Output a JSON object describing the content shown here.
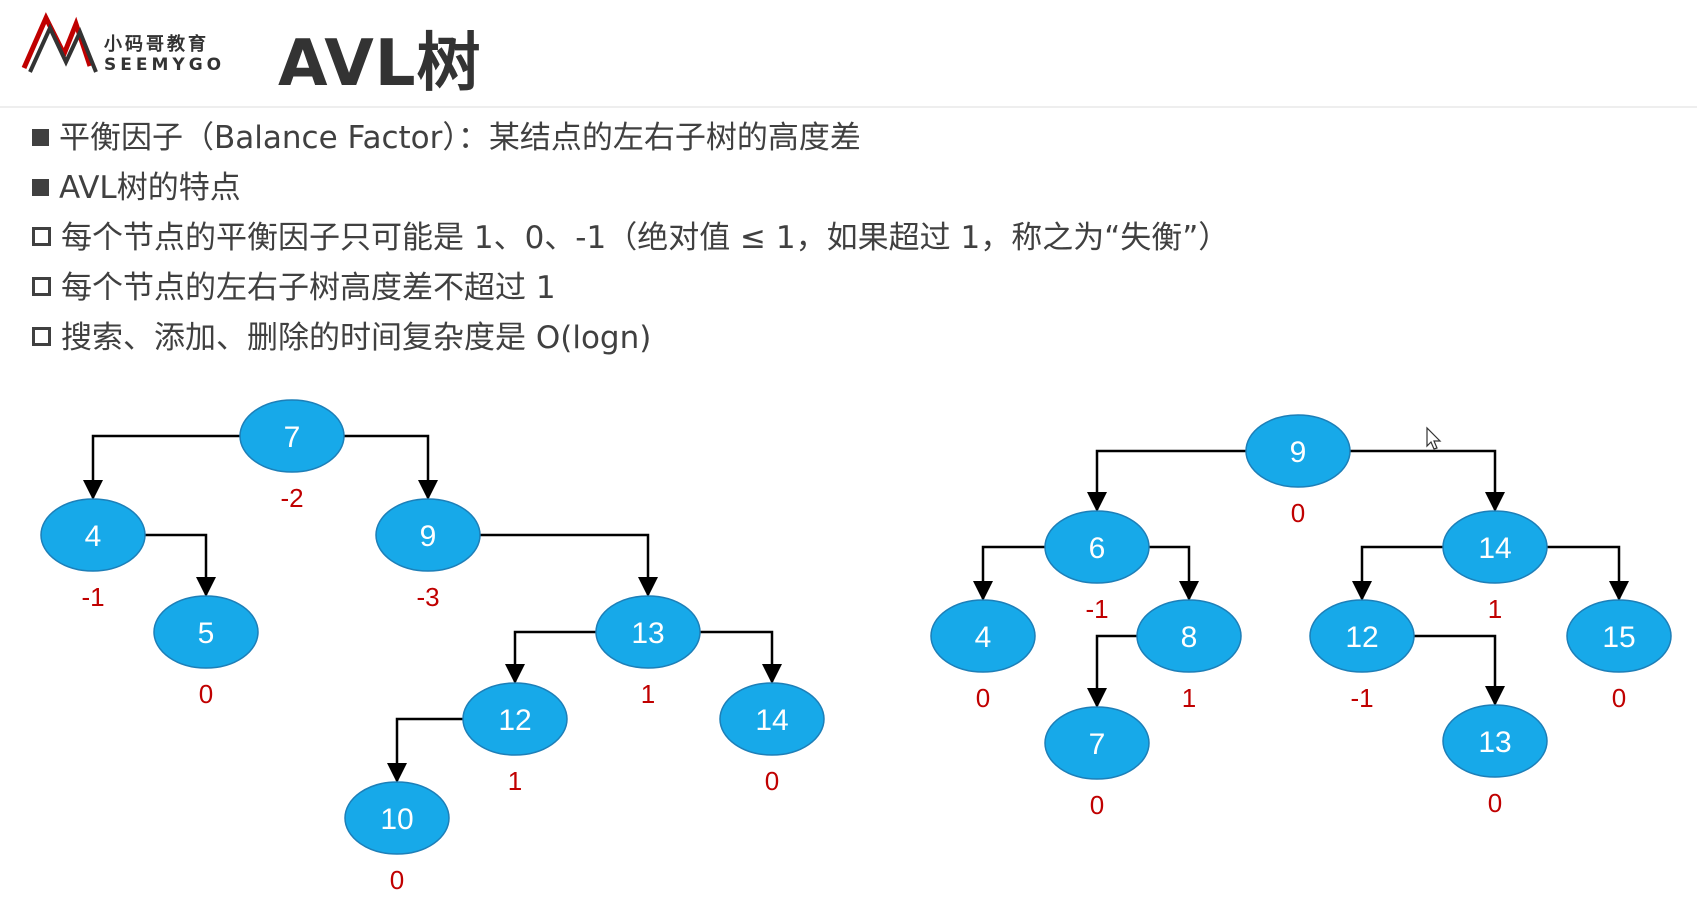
{
  "header": {
    "logo_cn": "小码哥教育",
    "logo_en": "SEEMYGO",
    "title": "AVL树"
  },
  "bullets": [
    {
      "marker": "filled",
      "text": "平衡因子（Balance Factor）：某结点的左右子树的高度差"
    },
    {
      "marker": "filled",
      "text": "AVL树的特点"
    },
    {
      "marker": "hollow",
      "text": "每个节点的平衡因子只可能是 1、0、-1（绝对值 ≤ 1，如果超过 1，称之为“失衡”）"
    },
    {
      "marker": "hollow",
      "text": "每个节点的左右子树高度差不超过 1"
    },
    {
      "marker": "hollow",
      "text": "搜索、添加、删除的时间复杂度是 O(logn)"
    }
  ],
  "colors": {
    "node_fill": "#17a9e9",
    "node_stroke": "#1d7fb8",
    "edge": "#000000",
    "balance_factor": "#c00000"
  },
  "trees": [
    {
      "nodes": [
        {
          "id": "t1-7",
          "value": "7",
          "bf": "-2"
        },
        {
          "id": "t1-4",
          "value": "4",
          "bf": "-1"
        },
        {
          "id": "t1-9",
          "value": "9",
          "bf": "-3"
        },
        {
          "id": "t1-5",
          "value": "5",
          "bf": "0"
        },
        {
          "id": "t1-13",
          "value": "13",
          "bf": "1"
        },
        {
          "id": "t1-12",
          "value": "12",
          "bf": "1"
        },
        {
          "id": "t1-14",
          "value": "14",
          "bf": "0"
        },
        {
          "id": "t1-10",
          "value": "10",
          "bf": "0"
        }
      ],
      "edges": [
        [
          "t1-7",
          "t1-4"
        ],
        [
          "t1-7",
          "t1-9"
        ],
        [
          "t1-4",
          "t1-5"
        ],
        [
          "t1-9",
          "t1-13"
        ],
        [
          "t1-13",
          "t1-12"
        ],
        [
          "t1-13",
          "t1-14"
        ],
        [
          "t1-12",
          "t1-10"
        ]
      ]
    },
    {
      "nodes": [
        {
          "id": "t2-9",
          "value": "9",
          "bf": "0"
        },
        {
          "id": "t2-6",
          "value": "6",
          "bf": "-1"
        },
        {
          "id": "t2-14",
          "value": "14",
          "bf": "1"
        },
        {
          "id": "t2-4",
          "value": "4",
          "bf": "0"
        },
        {
          "id": "t2-8",
          "value": "8",
          "bf": "1"
        },
        {
          "id": "t2-7",
          "value": "7",
          "bf": "0"
        },
        {
          "id": "t2-12",
          "value": "12",
          "bf": "-1"
        },
        {
          "id": "t2-15",
          "value": "15",
          "bf": "0"
        },
        {
          "id": "t2-13",
          "value": "13",
          "bf": "0"
        }
      ],
      "edges": [
        [
          "t2-9",
          "t2-6"
        ],
        [
          "t2-9",
          "t2-14"
        ],
        [
          "t2-6",
          "t2-4"
        ],
        [
          "t2-6",
          "t2-8"
        ],
        [
          "t2-8",
          "t2-7"
        ],
        [
          "t2-14",
          "t2-12"
        ],
        [
          "t2-14",
          "t2-15"
        ],
        [
          "t2-12",
          "t2-13"
        ]
      ]
    }
  ]
}
